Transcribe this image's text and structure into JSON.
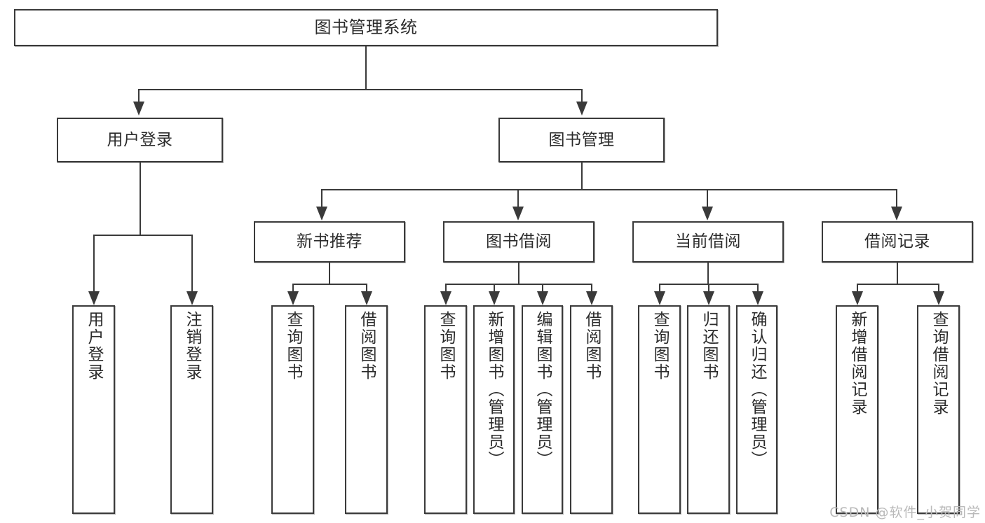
{
  "diagram": {
    "title": "图书管理系统",
    "watermark": "CSDN @软件_小贺同学",
    "colors": {
      "stroke": "#3a3a3a",
      "fill": "#ffffff",
      "text": "#2b2b2b",
      "watermark": "#b9b9b9"
    },
    "root": {
      "label": "图书管理系统"
    },
    "level1": [
      {
        "label": "用户登录"
      },
      {
        "label": "图书管理"
      }
    ],
    "level2": [
      {
        "label": "新书推荐"
      },
      {
        "label": "图书借阅"
      },
      {
        "label": "当前借阅"
      },
      {
        "label": "借阅记录"
      }
    ],
    "leaves": {
      "user_login": [
        {
          "label": "用户登录"
        },
        {
          "label": "注销登录"
        }
      ],
      "new_book": [
        {
          "label": "查询图书"
        },
        {
          "label": "借阅图书"
        }
      ],
      "book_borrow": [
        {
          "label": "查询图书"
        },
        {
          "label": "新增图书（管理员）"
        },
        {
          "label": "编辑图书（管理员）"
        },
        {
          "label": "借阅图书"
        }
      ],
      "current_borrow": [
        {
          "label": "查询图书"
        },
        {
          "label": "归还图书"
        },
        {
          "label": "确认归还（管理员）"
        }
      ],
      "borrow_record": [
        {
          "label": "新增借阅记录"
        },
        {
          "label": "查询借阅记录"
        }
      ]
    }
  }
}
